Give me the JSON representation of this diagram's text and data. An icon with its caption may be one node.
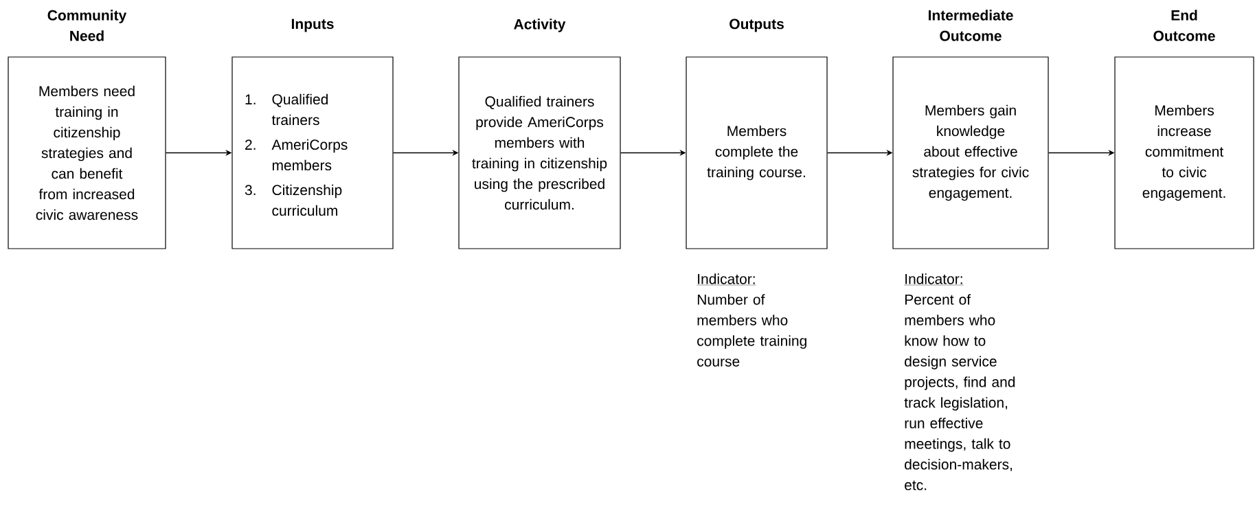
{
  "diagram": {
    "nodes": [
      {
        "text": [
          "Community Need",
          "Members need training in citizenship strategies and can benefit from increased civic awareness"
        ]
      },
      {
        "text": [
          "Inputs",
          "1.",
          "Qualified trainers",
          "2.",
          "AmeriCorps members",
          "3.",
          "Citizenship curriculum"
        ]
      },
      {
        "text": [
          "Activity",
          "Qualified trainers provide AmeriCorps members with training in citizenship using the prescribed curriculum."
        ]
      },
      {
        "text": [
          "Outputs",
          "Members complete the training course."
        ],
        "beside": [
          "Indicator:",
          "Number of members who complete training course"
        ]
      },
      {
        "text": [
          "Intermediate Outcome",
          "Members gain knowledge about effective strategies for civic engagement."
        ],
        "beside": [
          "Indicator:",
          "Percent of members who know how to design service projects, find and track legislation, run effective meetings, talk to decision-makers, etc."
        ]
      },
      {
        "text": [
          "End Outcome",
          "Members increase commitment to civic engagement."
        ]
      }
    ],
    "edges": [
      {
        "from": 0,
        "to": 1,
        "arrow": "to"
      },
      {
        "from": 1,
        "to": 2,
        "arrow": "to"
      },
      {
        "from": 2,
        "to": 3,
        "arrow": "to"
      },
      {
        "from": 3,
        "to": 4,
        "arrow": "to"
      },
      {
        "from": 4,
        "to": 5,
        "arrow": "to"
      }
    ]
  }
}
